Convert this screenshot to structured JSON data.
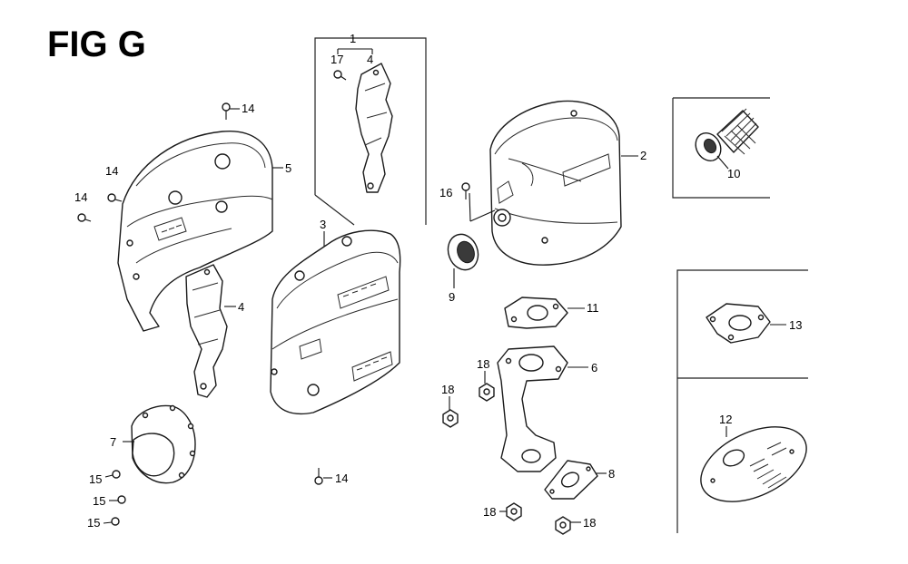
{
  "figure": {
    "title": "FIG G"
  },
  "labels": {
    "l1": "1",
    "l17": "17",
    "l4a": "4",
    "l14_top": "14",
    "l5": "5",
    "l14_b": "14",
    "l14_c": "14",
    "l4b": "4",
    "l3": "3",
    "l7": "7",
    "l15a": "15",
    "l15b": "15",
    "l15c": "15",
    "l14_bot": "14",
    "l2": "2",
    "l16": "16",
    "l9": "9",
    "l11": "11",
    "l6": "6",
    "l18a": "18",
    "l18b": "18",
    "l8": "8",
    "l18c": "18",
    "l18d": "18",
    "l10": "10",
    "l13": "13",
    "l12": "12"
  }
}
